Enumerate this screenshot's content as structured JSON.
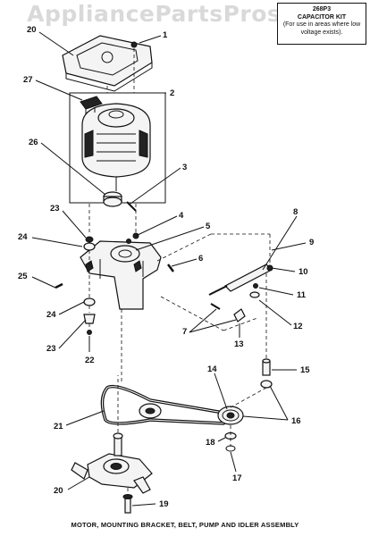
{
  "watermark": "AppliancePartsPros.com",
  "capacitor_kit": {
    "code": "268P3",
    "title": "CAPACITOR KIT",
    "note": "(For use in areas where low voltage exists)."
  },
  "caption": "MOTOR, MOUNTING BRACKET, BELT, PUMP AND IDLER ASSEMBLY",
  "callouts": {
    "c1": "1",
    "c2": "2",
    "c3": "3",
    "c4": "4",
    "c5": "5",
    "c6": "6",
    "c7": "7",
    "c8": "8",
    "c9": "9",
    "c10": "10",
    "c11": "11",
    "c12": "12",
    "c13": "13",
    "c14": "14",
    "c15": "15",
    "c16": "16",
    "c17": "17",
    "c18": "18",
    "c19": "19",
    "c20a": "20",
    "c20b": "20",
    "c21": "21",
    "c22": "22",
    "c23a": "23",
    "c23b": "23",
    "c24a": "24",
    "c24b": "24",
    "c25": "25",
    "c26": "26",
    "c27": "27"
  }
}
